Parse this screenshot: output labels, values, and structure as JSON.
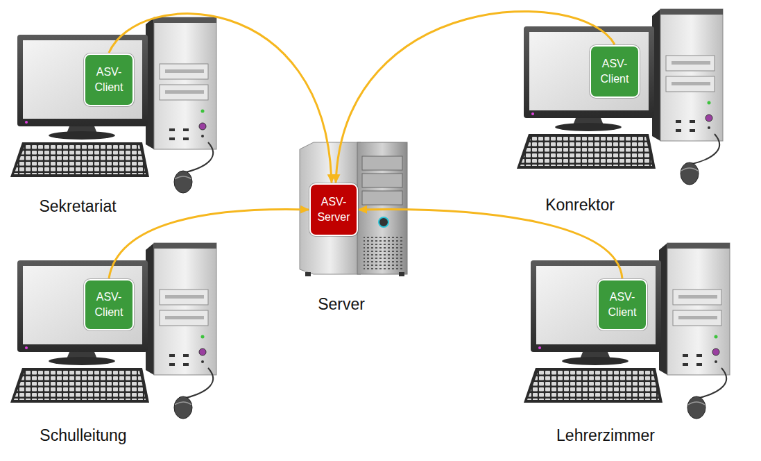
{
  "diagram": {
    "nodes": [
      {
        "text": [
          "ASV- Client"
        ]
      },
      {
        "text": [
          "ASV- Client"
        ]
      },
      {
        "text": [
          "ASV- Server"
        ]
      },
      {
        "text": [
          "ASV- Client"
        ]
      },
      {
        "text": [
          "ASV- Client"
        ]
      }
    ],
    "edges": [
      {
        "from": 0,
        "to": 2,
        "arrow": "to"
      },
      {
        "from": 1,
        "to": 2,
        "arrow": "to"
      },
      {
        "from": 3,
        "to": 2,
        "arrow": "to"
      },
      {
        "from": 4,
        "to": 2,
        "arrow": "to"
      }
    ],
    "labels": [
      "Sekretariat",
      "Konrektor",
      "Server",
      "Schulleitung",
      "Lehrerzimmer"
    ]
  }
}
